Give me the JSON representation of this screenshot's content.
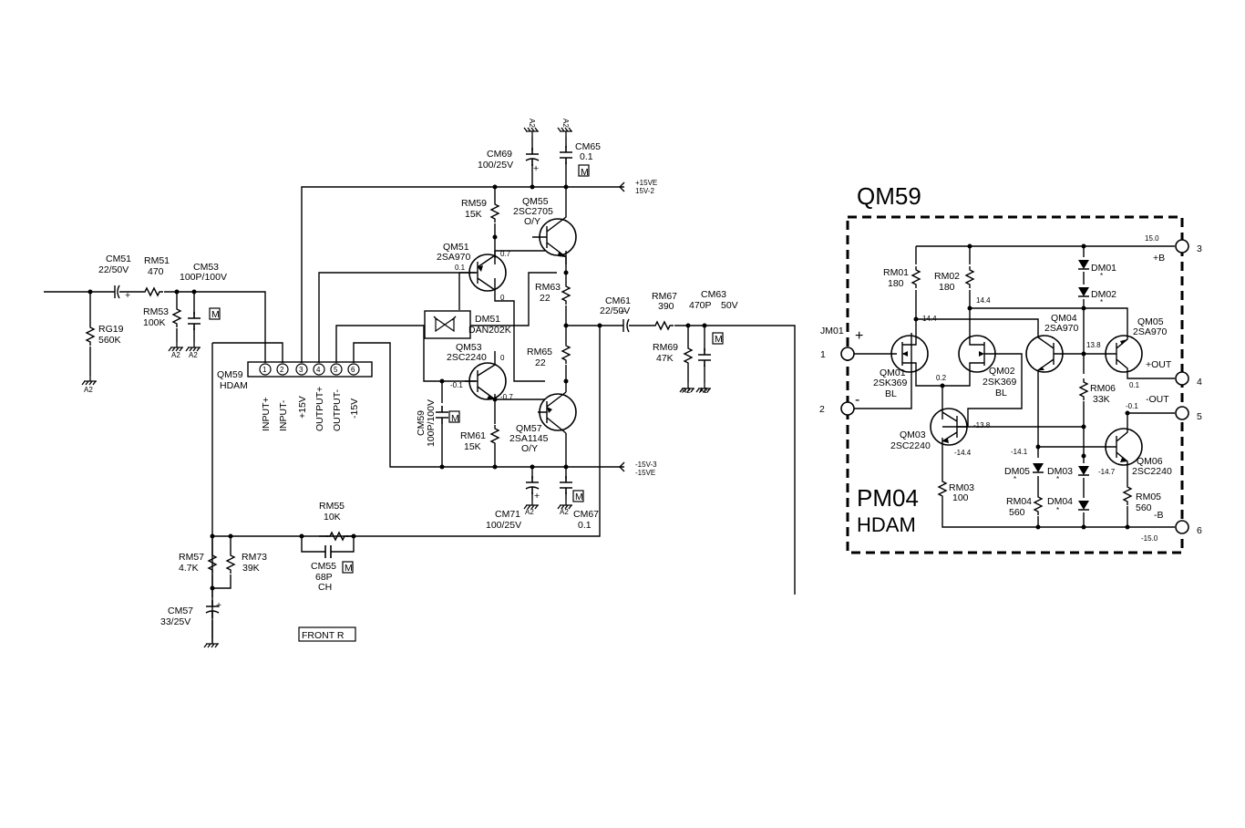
{
  "left": {
    "cm51": {
      "ref": "CM51",
      "val": "22/50V"
    },
    "rm51": {
      "ref": "RM51",
      "val": "470"
    },
    "cm53": {
      "ref": "CM53",
      "val": "100P/100V"
    },
    "rg19": {
      "ref": "RG19",
      "val": "560K"
    },
    "rm53": {
      "ref": "RM53",
      "val": "100K"
    },
    "ground": "A2",
    "module": {
      "ref": "QM59",
      "val": "HDAM"
    },
    "pins": [
      "1",
      "2",
      "3",
      "4",
      "5",
      "6"
    ],
    "pin_labels": [
      "INPUT+",
      "INPUT-",
      "+15V",
      "OUTPUT+",
      "OUTPUT-",
      "-15V"
    ],
    "cm69": {
      "ref": "CM69",
      "val": "100/25V"
    },
    "cm65": {
      "ref": "CM65",
      "val": "0.1"
    },
    "rm59": {
      "ref": "RM59",
      "val": "15K"
    },
    "qm55": {
      "ref": "QM55",
      "val": "2SC2705",
      "rank": "O/Y"
    },
    "qm51": {
      "ref": "QM51",
      "val": "2SA970"
    },
    "v07": "0.7",
    "v01": "0.1",
    "v0a": "0",
    "v0b": "0",
    "vm01": "-0.1",
    "vm07": "-0.7",
    "rm63": {
      "ref": "RM63",
      "val": "22"
    },
    "rm65": {
      "ref": "RM65",
      "val": "22"
    },
    "dm51": {
      "ref": "DM51",
      "val": "DAN202K"
    },
    "qm53": {
      "ref": "QM53",
      "val": "2SC2240"
    },
    "cm59": {
      "ref": "CM59",
      "val": "100P/100V"
    },
    "rm61": {
      "ref": "RM61",
      "val": "15K"
    },
    "qm57": {
      "ref": "QM57",
      "val": "2SA1145",
      "rank": "O/Y"
    },
    "cm71": {
      "ref": "CM71",
      "val": "100/25V"
    },
    "cm67": {
      "ref": "CM67",
      "val": "0.1"
    },
    "rail_pos": {
      "a": "+15VE",
      "b": "15V-2"
    },
    "rail_neg": {
      "a": "-15V-3",
      "b": "-15VE"
    },
    "cm61": {
      "ref": "CM61",
      "val": "22/50V"
    },
    "rm67": {
      "ref": "RM67",
      "val": "390"
    },
    "cm63": {
      "ref": "CM63",
      "val": "470P",
      "v": "50V"
    },
    "rm69": {
      "ref": "RM69",
      "val": "47K"
    },
    "rm55": {
      "ref": "RM55",
      "val": "10K"
    },
    "cm55": {
      "ref": "CM55",
      "val": "68P",
      "t": "CH"
    },
    "rm57": {
      "ref": "RM57",
      "val": "4.7K"
    },
    "rm73": {
      "ref": "RM73",
      "val": "39K"
    },
    "cm57": {
      "ref": "CM57",
      "val": "33/25V"
    },
    "front": "FRONT R",
    "m": "M",
    "plus": "+",
    "v22": "22",
    "gnd_rot": "A2"
  },
  "right": {
    "title": "QM59",
    "pm": "PM04",
    "hdam": "HDAM",
    "jm01": "JM01",
    "plus": "+",
    "minus": "-",
    "t1": "1",
    "t2": "2",
    "t3": "3",
    "t4": "4",
    "t5": "5",
    "t6": "6",
    "v150": "15.0",
    "vm150": "-15.0",
    "pb": "+B",
    "mb": "-B",
    "pout": "+OUT",
    "mout": "-OUT",
    "rm01": {
      "ref": "RM01",
      "val": "180"
    },
    "rm02": {
      "ref": "RM02",
      "val": "180"
    },
    "v144a": "14.4",
    "v144b": "14.4",
    "dm01": "DM01",
    "dm02": "DM02",
    "star": "*",
    "qm04": {
      "ref": "QM04",
      "val": "2SA970"
    },
    "qm05": {
      "ref": "QM05",
      "val": "2SA970"
    },
    "v138": "13.8",
    "qm01": {
      "ref": "QM01",
      "val": "2SK369",
      "rank": "BL"
    },
    "qm02": {
      "ref": "QM02",
      "val": "2SK369",
      "rank": "BL"
    },
    "v02": "0.2",
    "rm06": {
      "ref": "RM06",
      "val": "33K"
    },
    "v01": "0.1",
    "vm01": "-0.1",
    "qm03": {
      "ref": "QM03",
      "val": "2SC2240"
    },
    "vm138": "-13.8",
    "vm144": "-14.4",
    "vm141": "-14.1",
    "vm147": "-14.7",
    "dm05": "DM05",
    "dm03": "DM03",
    "dm04": "DM04",
    "qm06": {
      "ref": "QM06",
      "val": "2SC2240"
    },
    "rm03": {
      "ref": "RM03",
      "val": "100"
    },
    "rm04": {
      "ref": "RM04",
      "val": "560"
    },
    "rm05": {
      "ref": "RM05",
      "val": "560"
    }
  }
}
